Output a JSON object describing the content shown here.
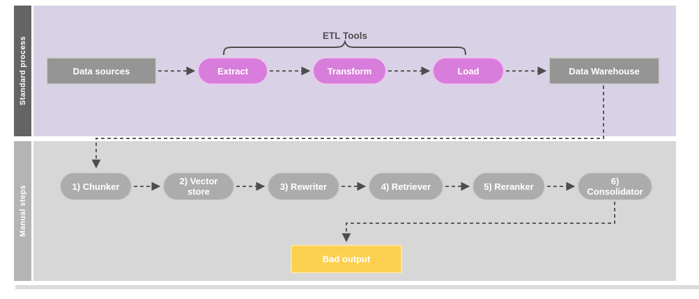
{
  "diagram": {
    "lanes": [
      {
        "label": "Standard process"
      },
      {
        "label": "Manual steps"
      }
    ],
    "standard_process": {
      "data_sources": "Data sources",
      "etl_group_label": "ETL Tools",
      "etl_steps": [
        "Extract",
        "Transform",
        "Load"
      ],
      "data_warehouse": "Data Warehouse"
    },
    "manual_steps": {
      "steps": [
        "1) Chunker",
        "2) Vector store",
        "3) Rewriter",
        "4) Retriever",
        "5) Reranker",
        "6) Consolidator"
      ],
      "output": "Bad output"
    },
    "colors": {
      "lane1_bar": "#646464",
      "lane1_bg": "#d9d2e6",
      "lane2_bar": "#b4b4b4",
      "lane2_bg": "#d7d7d7",
      "etl_node_fill": "#d87ddb",
      "gray_rect_fill": "#959595",
      "step_pill_fill": "#acacac",
      "bad_output_fill": "#fcd04f",
      "connector": "#5a5a5a",
      "node_text": "#ffffff"
    }
  }
}
